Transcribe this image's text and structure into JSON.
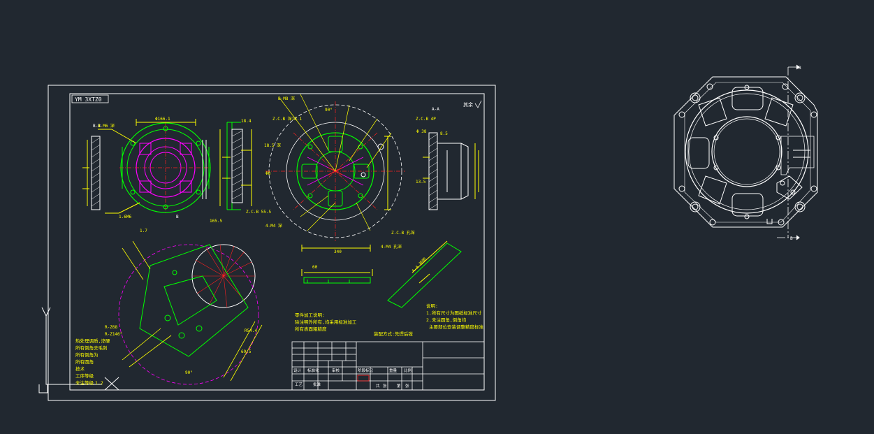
{
  "colors": {
    "background": "#212830",
    "border": "#ffffff",
    "yellow": "#ffff00",
    "green": "#00ff00",
    "magenta": "#ff00ff",
    "red": "#ff2020",
    "cyan": "#00ffff"
  },
  "sheet": {
    "stamp_label": "YM 3XTZ0",
    "corner_note": "其余"
  },
  "tech_notes": {
    "left_lines": [
      "热处理调质,淬硬",
      "所有倒角去毛刺",
      "所有倒角为",
      "所有圆角",
      "技术",
      "工序等级",
      "未注等级"
    ],
    "left_values": [
      "",
      "",
      "",
      "",
      "",
      "",
      "1.2"
    ],
    "center_lines": [
      "零件加工说明:",
      "除注明外所有,均采用标准加工",
      "所有表面粗糙度"
    ],
    "center_caption": "装配方式:先焊后镗",
    "right_lines": [
      "说明:",
      "1.所有尺寸为图纸标准尺寸",
      "2.未注圆角,倒角均",
      "主要部位安装调整精度标准"
    ]
  },
  "title_block": {
    "row1": [
      "",
      "",
      "",
      "",
      "",
      ""
    ],
    "row2": [
      "设计",
      "标准化",
      "审核",
      "",
      "阶段标记",
      "重量",
      "比例"
    ],
    "row3": [
      "工艺",
      "批准",
      "",
      "共",
      "张",
      "第",
      "张"
    ]
  }
}
